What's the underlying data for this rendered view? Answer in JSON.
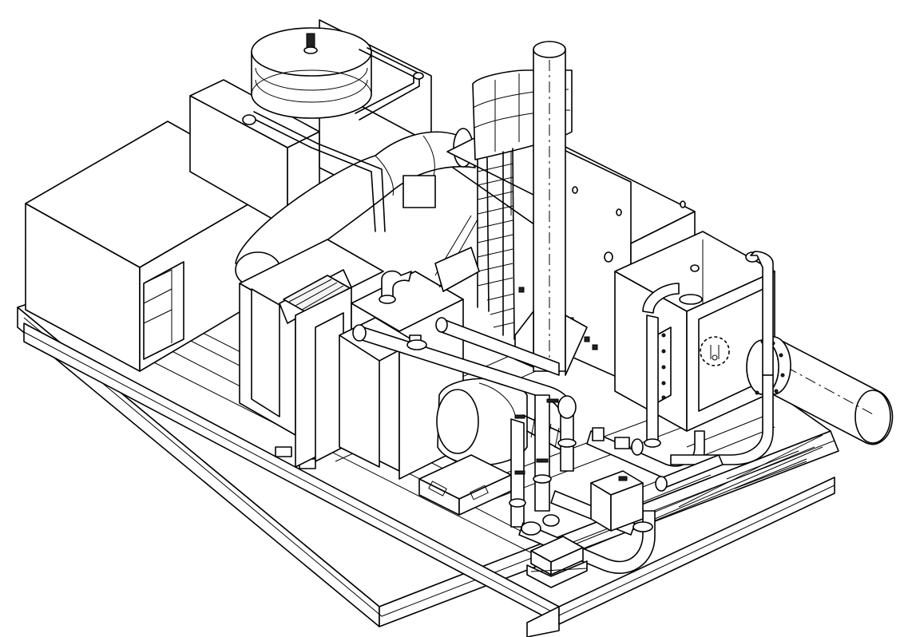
{
  "drawing": {
    "kind": "isometric line drawing",
    "line_color": "#000000",
    "background_color": "#ffffff",
    "components": [
      "skid-base-frame",
      "air-intake-enclosure",
      "storage-tank",
      "filter-house",
      "intake-duct",
      "engine-block",
      "exhaust-stack",
      "stack-ladder-cage",
      "main-housing",
      "heat-exchanger",
      "outlet-pipe",
      "blower-drum",
      "piping-network",
      "pump-unit"
    ],
    "text_labels": []
  }
}
